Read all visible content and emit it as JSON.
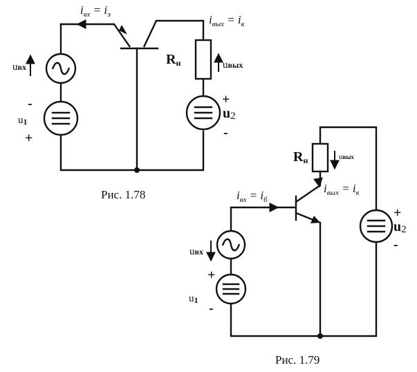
{
  "fig178": {
    "caption": "Рис. 1.78",
    "i_in": "i",
    "i_in_sub": "вх",
    "i_in_eq": " = i",
    "i_in_rhs_sub": "э",
    "i_out": "i",
    "i_out_sub": "вых",
    "i_out_eq": " = i",
    "i_out_rhs_sub": "к",
    "u_in": "u",
    "u_in_sub": "вх",
    "u1": "u",
    "u1_sub": "1",
    "u2": "u",
    "u2_sub": "2",
    "u_out": "u",
    "u_out_sub": "вых",
    "Rn": "R",
    "Rn_sub": "н",
    "plus": "+",
    "minus": "-"
  },
  "fig179": {
    "caption": "Рис. 1.79",
    "i_in": "i",
    "i_in_sub": "вх",
    "i_in_eq": " = i",
    "i_in_rhs_sub": "б",
    "i_out": "i",
    "i_out_sub": "вых",
    "i_out_eq": " = i",
    "i_out_rhs_sub": "к",
    "u_in": "u",
    "u_in_sub": "вх",
    "u1": "u",
    "u1_sub": "1",
    "u2": "u",
    "u2_sub": "2",
    "u_out": "u",
    "u_out_sub": "вых",
    "Rn": "R",
    "Rn_sub": "н",
    "plus": "+",
    "minus": "-"
  }
}
